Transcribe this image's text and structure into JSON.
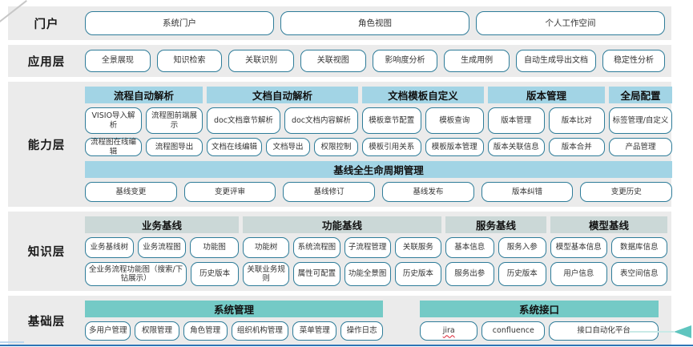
{
  "colors": {
    "band_bg": "#EBEBEB",
    "button_border": "#2E7C99",
    "capability_header_bg": "#A2D4E5",
    "knowledge_header_bg": "#CBD8D7",
    "foundation_header_bg": "#74CAC6",
    "bottom_line": "#2E75B6",
    "arrow": "#5FC5BF"
  },
  "portal": {
    "label": "门户",
    "buttons": [
      "系统门户",
      "角色视图",
      "个人工作空间"
    ]
  },
  "application": {
    "label": "应用层",
    "buttons": [
      "全景展现",
      "知识检索",
      "关联识别",
      "关联视图",
      "影响度分析",
      "生成用例",
      "自动生成导出文档",
      "稳定性分析"
    ]
  },
  "capability": {
    "label": "能力层",
    "groups": [
      {
        "header": "流程自动解析",
        "rows": [
          [
            "VISIO导入解析",
            "流程图前端展示"
          ],
          [
            "流程图在线编辑",
            "流程图导出"
          ]
        ]
      },
      {
        "header": "文档自动解析",
        "rows": [
          [
            "doc文档章节解析",
            "doc文档内容解析"
          ],
          [
            "文档在线编辑",
            "文档导出",
            "权限控制"
          ]
        ]
      },
      {
        "header": "文档模板自定义",
        "rows": [
          [
            "模板章节配置",
            "模板查询"
          ],
          [
            "模板引用关系",
            "模板版本管理"
          ]
        ]
      },
      {
        "header": "版本管理",
        "rows": [
          [
            "版本管理",
            "版本比对"
          ],
          [
            "版本关联信息",
            "版本合并"
          ]
        ]
      },
      {
        "header": "全局配置",
        "rows": [
          [
            "标签管理/自定义"
          ],
          [
            "产品管理"
          ]
        ]
      }
    ],
    "baseline": {
      "header": "基线全生命周期管理",
      "items": [
        "基线变更",
        "变更评审",
        "基线修订",
        "基线发布",
        "版本纠错",
        "变更历史"
      ]
    }
  },
  "knowledge": {
    "label": "知识层",
    "groups": [
      {
        "header": "业务基线",
        "rows": [
          [
            "业务基线树",
            "业务流程图",
            "功能图"
          ],
          [
            "全业务流程功能图（搜索/下钻展示）",
            "历史版本"
          ]
        ]
      },
      {
        "header": "功能基线",
        "rows": [
          [
            "功能树",
            "系统流程图",
            "子流程管理",
            "关联服务"
          ],
          [
            "关联业务规则",
            "属性可配置",
            "功能全景图",
            "历史版本"
          ]
        ]
      },
      {
        "header": "服务基线",
        "rows": [
          [
            "基本信息",
            "服务入参"
          ],
          [
            "服务出参",
            "历史版本"
          ]
        ]
      },
      {
        "header": "模型基线",
        "rows": [
          [
            "模型基本信息",
            "数据库信息"
          ],
          [
            "用户信息",
            "表空间信息"
          ]
        ]
      }
    ]
  },
  "foundation": {
    "label": "基础层",
    "groups": [
      {
        "header": "系统管理",
        "rows": [
          [
            "多用户管理",
            "权限管理",
            "角色管理",
            "组织机构管理",
            "菜单管理",
            "操作日志"
          ]
        ]
      },
      {
        "header": "系统接口",
        "rows": [
          [
            {
              "label": "jira",
              "spellcheck": true
            },
            "confluence",
            "接口自动化平台"
          ]
        ]
      }
    ]
  }
}
